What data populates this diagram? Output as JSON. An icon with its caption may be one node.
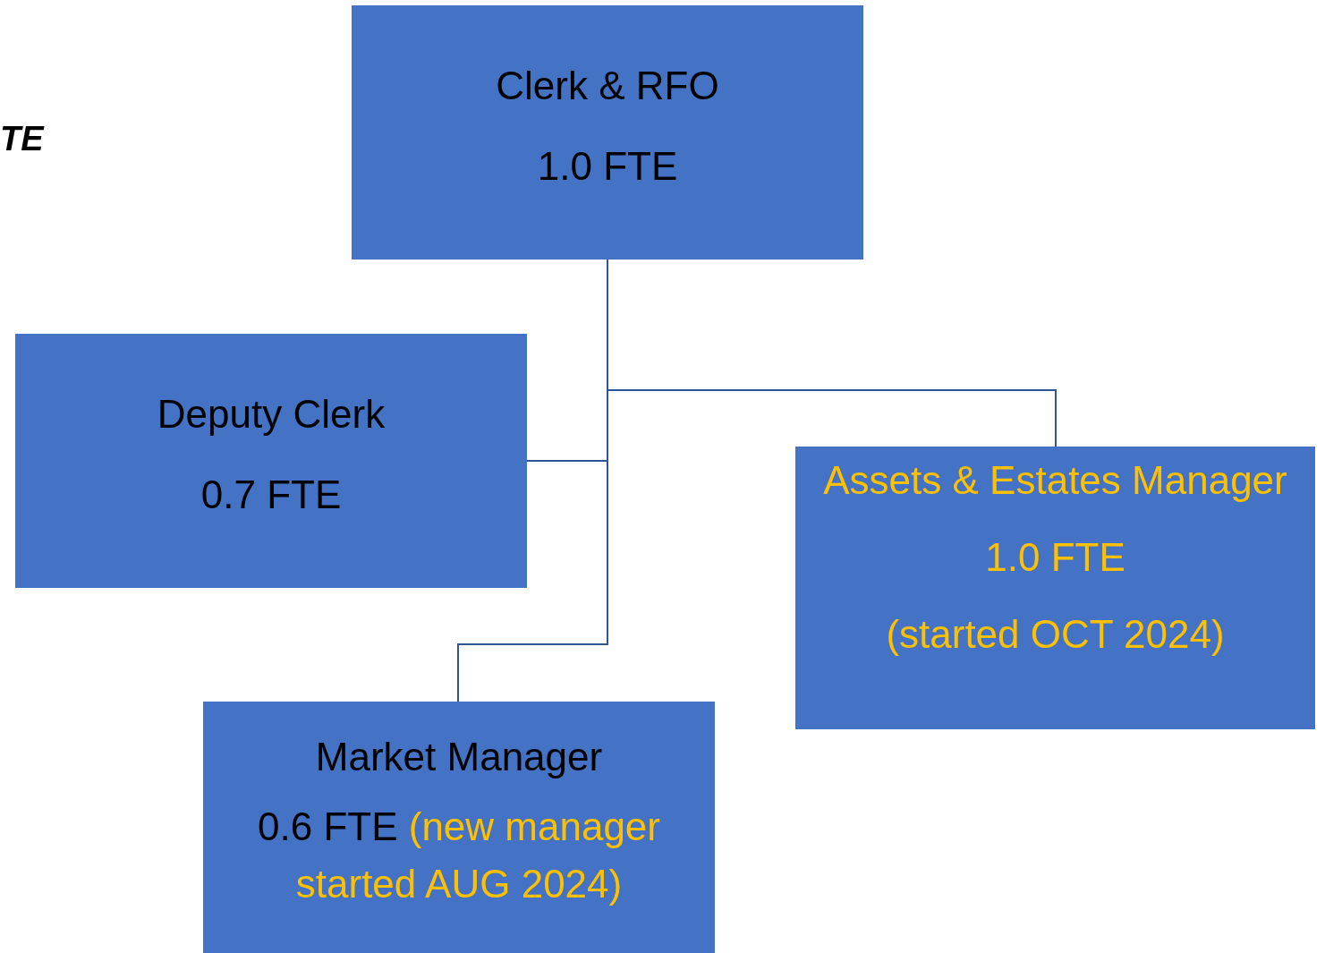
{
  "diagram": {
    "nodes": [
      {
        "text": [
          "Clerk & RFO",
          "1.0 FTE"
        ]
      },
      {
        "text": [
          "Deputy Clerk",
          "0.7 FTE"
        ]
      },
      {
        "text": [
          "Assets & Estates Manager",
          "1.0 FTE",
          "(started OCT 2024)"
        ]
      },
      {
        "text": [
          "Market Manager",
          "0.6 FTE",
          "(new manager started AUG 2024)"
        ]
      }
    ],
    "edges": [
      {
        "from": 0,
        "to": 1,
        "arrow": "none"
      },
      {
        "from": 0,
        "to": 2,
        "arrow": "none"
      },
      {
        "from": 0,
        "to": 3,
        "arrow": "none"
      }
    ],
    "labels": [
      "TE"
    ]
  }
}
